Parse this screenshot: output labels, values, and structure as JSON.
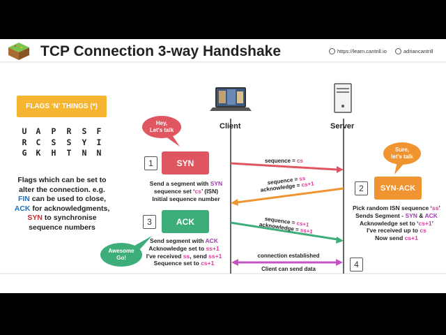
{
  "header": {
    "title": "TCP Connection 3-way Handshake",
    "link_url": "https://learn.cantrill.io",
    "link_handle": "adriancantrill"
  },
  "flags": {
    "heading": "FLAGS ‘N’ THINGS (*)",
    "columns": [
      [
        "U",
        "R",
        "G"
      ],
      [
        "A",
        "C",
        "K"
      ],
      [
        "P",
        "S",
        "H"
      ],
      [
        "R",
        "S",
        "T"
      ],
      [
        "S",
        "Y",
        "N"
      ],
      [
        "F",
        "I",
        "N"
      ]
    ],
    "desc_1": "Flags which can be set to alter the connection. e.g.",
    "desc_fin": "FIN",
    "desc_2": " can be used to close, ",
    "desc_ack": "ACK",
    "desc_3": " for acknowledgments, ",
    "desc_syn": "SYN",
    "desc_4": " to synchronise sequence numbers"
  },
  "labels": {
    "client": "Client",
    "server": "Server"
  },
  "bubbles": {
    "client_hey": [
      "Hey,",
      "Let's talk"
    ],
    "server_sure": [
      "Sure,",
      "let's talk"
    ],
    "client_awesome": [
      "Awesome",
      "Go!"
    ]
  },
  "steps": [
    {
      "num": "1",
      "label": "SYN"
    },
    {
      "num": "2",
      "label": "SYN-ACK"
    },
    {
      "num": "3",
      "label": "ACK"
    },
    {
      "num": "4",
      "label": ""
    }
  ],
  "step1_desc": {
    "l1a": "Send a segment with ",
    "l1b": "SYN",
    "l2a": "sequence set ‘",
    "l2b": "cs",
    "l2c": "’ (ISN)",
    "l3": "Initial sequence number"
  },
  "step2_desc": {
    "l1a": "Pick random ISN sequence ‘",
    "l1b": "ss",
    "l1c": "’",
    "l2a": "Sends Segment - ",
    "l2b": "SYN",
    "l2c": " & ",
    "l2d": "ACK",
    "l3a": "Acknowledge set to ‘",
    "l3b": "cs+1",
    "l3c": "’",
    "l4a": "I've received up to ",
    "l4b": "cs",
    "l5a": "Now send ",
    "l5b": "cs+1"
  },
  "step3_desc": {
    "l1a": "Send segment with ",
    "l1b": "ACK",
    "l2a": "Acknowledge set to ",
    "l2b": "ss+1",
    "l3a": "I've received ",
    "l3b": "ss",
    "l3c": ", send ",
    "l3d": "ss+1",
    "l4a": "Sequence set to ",
    "l4b": "cs+1"
  },
  "messages": {
    "m1a": "sequence = ",
    "m1b": "cs",
    "m2a": "sequence = ",
    "m2b": "ss",
    "m2c": "acknowledge = ",
    "m2d": "cs+1",
    "m3a": "sequence = ",
    "m3b": "cs+1",
    "m3c": "acknowledge = ",
    "m3d": "ss+1",
    "m4a": "connection established",
    "m4b": "Client can send data"
  },
  "colors": {
    "syn": "#df5661",
    "ack": "#3dae7a",
    "synack": "#f09432",
    "flags": "#f5b533",
    "arrow_syn": "#df5661",
    "arrow_synack": "#f09432",
    "arrow_ack": "#3dae7a",
    "arrow_data": "#c454c0",
    "highlight": "#e0389a"
  },
  "icons": [
    "logo-cube-icon",
    "laptop-icon",
    "server-icon",
    "link-icon",
    "profile-icon"
  ]
}
